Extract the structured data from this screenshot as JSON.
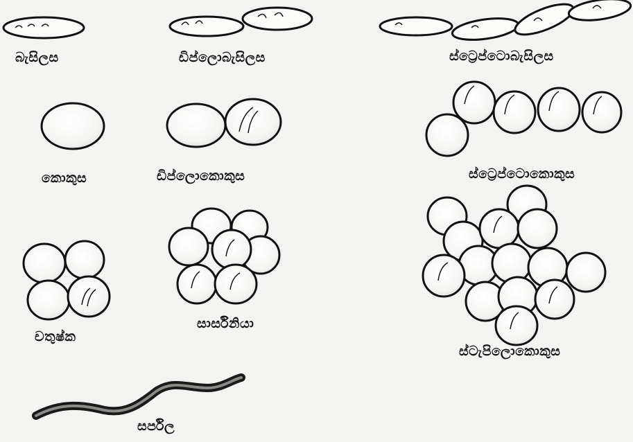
{
  "labels": {
    "bacillus": "බැසිලස",
    "diplobacillus": "ඩිප්ලොබැසිලස",
    "streptobacillus": "ස්ට්‍රෙප්ටොබැසිලස",
    "coccus": "කොකුස",
    "diplococcus": "ඩිප්ලොකොකුස",
    "streptococcus": "ස්ට්‍රෙප්ටොකොකුස",
    "tetrad": "චතුෂ්ක",
    "sarcina": "සාර්සිනියා",
    "staphylococcus": "ස්ටැපිලොකොකුස",
    "spirillum": "සර්පිල"
  }
}
